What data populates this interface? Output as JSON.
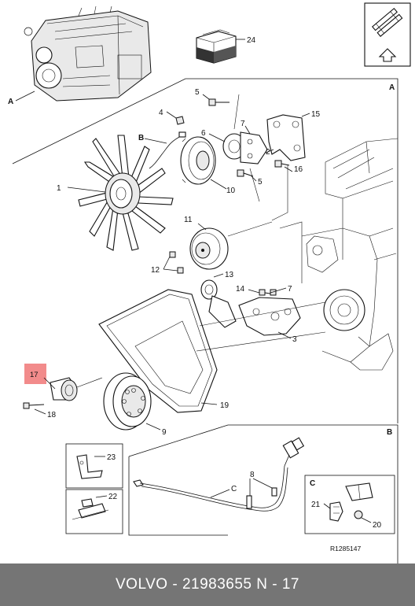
{
  "diagram": {
    "sections": {
      "a_main": "A",
      "a_overview": "A",
      "b": "B",
      "c": "C",
      "b_callout": "B"
    },
    "callouts": {
      "c1": "1",
      "c2": "2",
      "c3": "3",
      "c4": "4",
      "c5a": "5",
      "c5b": "5",
      "c6": "6",
      "c7": "7",
      "c8": "8",
      "c9": "9",
      "c10": "10",
      "c11": "11",
      "c12": "12",
      "c13": "13",
      "c14": "14",
      "c15": "15",
      "c16": "16",
      "c17": "17",
      "c18": "18",
      "c19": "19",
      "c20": "20",
      "c21": "21",
      "c22": "22",
      "c23": "23",
      "c24": "24",
      "cC": "C"
    },
    "highlight_color": "#f28b8b",
    "reference": "R1285147"
  },
  "footer": {
    "text": "VOLVO - 21983655     N - 17"
  }
}
